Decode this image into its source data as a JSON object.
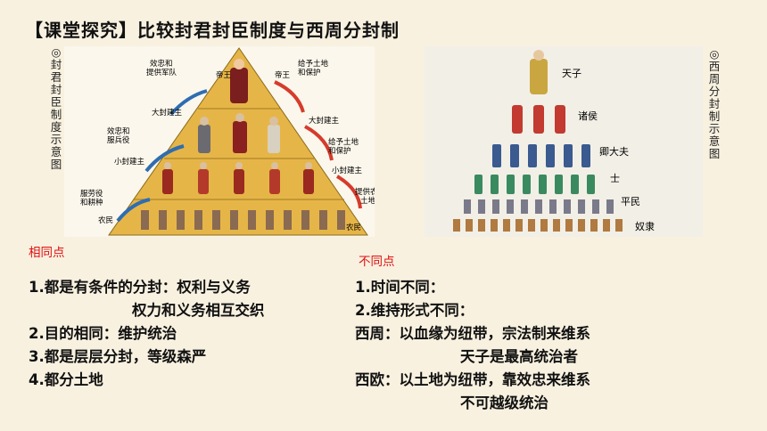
{
  "title": "【课堂探究】比较封君封臣制度与西周分封制",
  "feudal_diagram": {
    "side_title": [
      "◎",
      "封",
      "君",
      "封",
      "臣",
      "制",
      "度",
      "示",
      "意",
      "图"
    ],
    "left_labels": [
      "效忠和提供军队",
      "效忠和服兵役",
      "服劳役和耕种"
    ],
    "right_labels": [
      "给予土地和保护",
      "给予土地和保护",
      "提供农耕土地"
    ],
    "ranks": [
      "帝王",
      "大封建主",
      "小封建主",
      "农民"
    ]
  },
  "zhou_diagram": {
    "side_title": [
      "◎",
      "西",
      "周",
      "分",
      "封",
      "制",
      "示",
      "意",
      "图"
    ],
    "ranks": [
      "天子",
      "诸侯",
      "卿大夫",
      "士",
      "平民",
      "奴隶"
    ]
  },
  "same": {
    "label": "相同点",
    "lines": [
      "1.都是有条件的分封：权利与义务",
      "权力和义务相互交织",
      "2.目的相同：维护统治",
      "3.都是层层分封，等级森严",
      "4.都分土地"
    ]
  },
  "diff": {
    "label": "不同点",
    "lines": [
      "1.时间不同：",
      "2.维持形式不同：",
      "西周：以血缘为纽带，宗法制来维系",
      "天子是最高统治者",
      "西欧：以土地为纽带，靠效忠来维系",
      "不可越级统治"
    ]
  },
  "colors": {
    "red_label": "#e01010",
    "pyramid": "#e6b548",
    "arrow": "#d63b2c",
    "arrow_blue": "#2f6db0",
    "bg": "#f8f1e0"
  }
}
